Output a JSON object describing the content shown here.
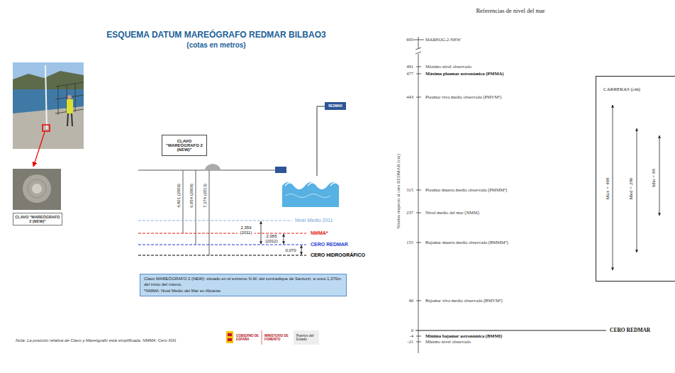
{
  "diagram": {
    "title": "ESQUEMA DATUM MAREÓGRAFO REDMAR BILBAO3",
    "nodes": [
      {
        "text": [
          "CLAVO \"MAREÓGRAFO 2 (NEW)\""
        ]
      },
      {
        "text": [
          "CLAVO \"MAREÓGRAFO 2 (NEW)\""
        ]
      },
      {
        "text": [
          "Clavo MAREÓGRAFO 2 (NEW): situado en el extremo N.W. del contradique de Santurzi, a unos 1,370m del inicio del mismo.",
          "*NMMA: Nivel Medio del Mar en Alicante"
        ]
      },
      {
        "text": [
          "CARRERAS (cm)",
          "Max = 498",
          "Med = 280",
          "Min = 88"
        ]
      }
    ],
    "labels": [
      "(cotas en metros)",
      "4,801 (2009)",
      "6,054 (2009)",
      "7,374 (2013)",
      "REDMAR",
      "Nivel Medio 2011",
      "NMMA*",
      "CERO REDMAR",
      "CERO HIDROGRÁFICO",
      "2,359 (2011)",
      "2,065 (2012)",
      "0,070",
      "Nota: La posición relativa de Clavo y Mareógrafo está simplificada. NMMA: Cero IGN",
      "GOBIERNO DE ESPAÑA",
      "MINISTERIO DE FOMENTO",
      "Puertos del Estado",
      "Referencias de nivel del mar",
      "695",
      "MAREOG.2-NEW",
      "491",
      "Máximo nivel observado",
      "477",
      "Máxima pleamar astronómica (PMMA)",
      "443",
      "Pleamar viva media observada (PMVMᵒ)",
      "315",
      "Pleamar muerta media observada (PMMMᵒ)",
      "237",
      "Nivel medio del mar (NMM)",
      "155",
      "Bajamar muerta media observada (BMMMᵒ)",
      "40",
      "Bajamar viva media observada (BMVMᵒ)",
      "0",
      "CERO REDMAR",
      "-4",
      "Mínima bajamar astronómica (BMMI)",
      "-21",
      "Mínimo nivel observado",
      "Niveles respecto al cero REDMAR (cm)"
    ]
  }
}
